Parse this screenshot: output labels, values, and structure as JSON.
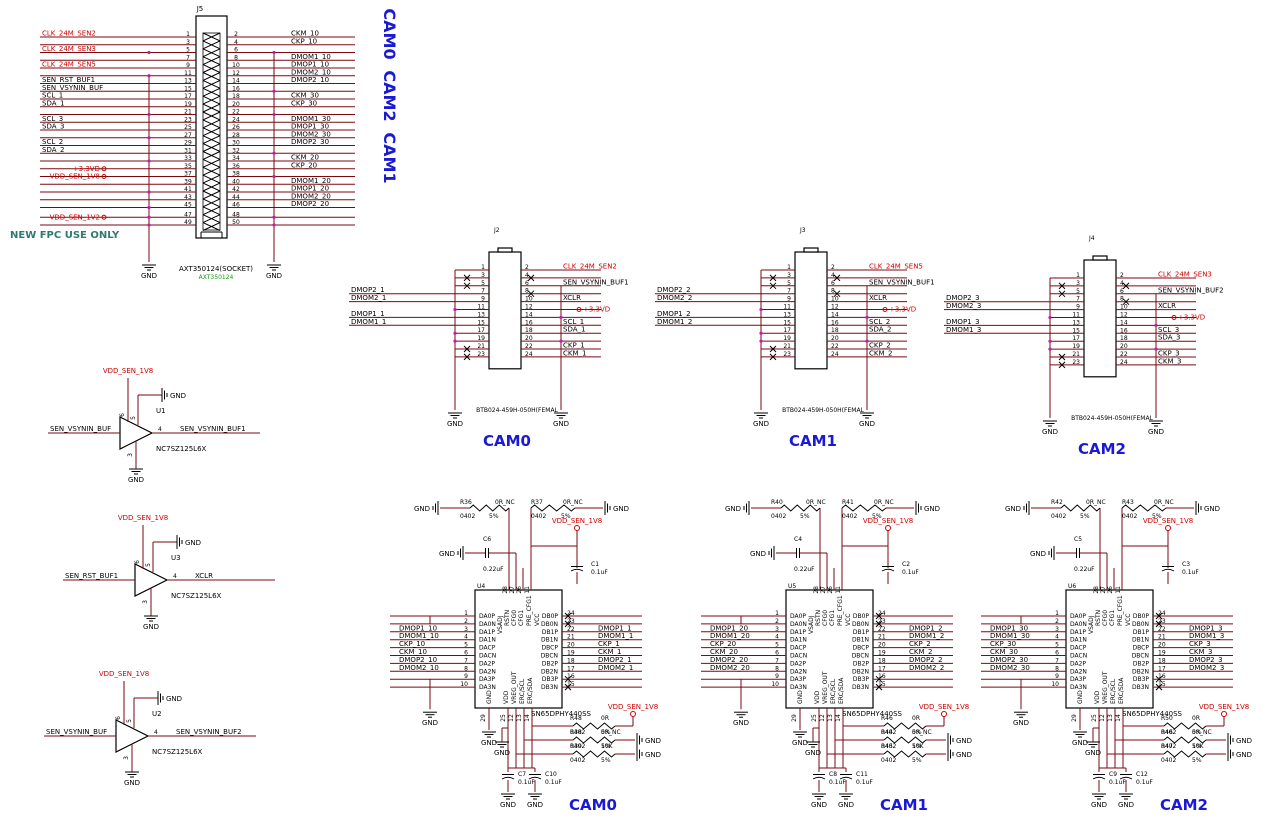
{
  "connector_j5": {
    "ref": "J5",
    "part": "AXT350124(SOCKET)",
    "value": "AXT350124",
    "note": "NEW FPC USE ONLY",
    "left_nets": [
      "CLK_24M_SEN2",
      "",
      "CLK_24M_SEN3",
      "",
      "CLK_24M_SEN5",
      "",
      "SEN_RST_BUF1",
      "SEN_VSYNIN_BUF",
      "SCL_1",
      "SDA_1",
      "",
      "SCL_3",
      "SDA_3",
      "",
      "SCL_2",
      "SDA_2",
      "",
      "+3.3VD",
      "VDD_SEN_1V8",
      "",
      "",
      "",
      "",
      "VDD_SEN_1V2",
      "",
      ""
    ],
    "left_pins": [
      "1",
      "3",
      "5",
      "7",
      "9",
      "11",
      "13",
      "15",
      "17",
      "19",
      "21",
      "23",
      "25",
      "27",
      "29",
      "31",
      "33",
      "35",
      "37",
      "39",
      "41",
      "43",
      "45",
      "47",
      "49"
    ],
    "right_pins": [
      "2",
      "4",
      "6",
      "8",
      "10",
      "12",
      "14",
      "16",
      "18",
      "20",
      "22",
      "24",
      "26",
      "28",
      "30",
      "32",
      "34",
      "36",
      "38",
      "40",
      "42",
      "44",
      "46",
      "48",
      "50"
    ],
    "right_nets": [
      "CKM_10",
      "CKP_10",
      "",
      "DMOM1_10",
      "DMOP1_10",
      "DMOM2_10",
      "DMOP2_10",
      "",
      "CKM_30",
      "CKP_30",
      "",
      "DMOM1_30",
      "DMOP1_30",
      "DMOM2_30",
      "DMOP2_30",
      "",
      "CKM_20",
      "CKP_20",
      "",
      "DMOM1_20",
      "DMOP1_20",
      "DMOM2_20",
      "DMOP2_20",
      "",
      ""
    ],
    "group_labels": [
      "CAM0",
      "CAM2",
      "CAM1"
    ]
  },
  "gnd_label": "GND",
  "buffers": [
    {
      "ref": "U1",
      "supply": "VDD_SEN_1V8",
      "gnd": "GND",
      "in": "SEN_VSYNIN_BUF",
      "out": "SEN_VSYNIN_BUF1",
      "part": "NC7SZ125L6X",
      "pins": [
        "6",
        "5",
        "3",
        "4"
      ]
    },
    {
      "ref": "U3",
      "supply": "VDD_SEN_1V8",
      "gnd": "GND",
      "in": "SEN_RST_BUF1",
      "out": "XCLR",
      "part": "NC7SZ125L6X",
      "pins": [
        "6",
        "5",
        "3",
        "4"
      ]
    },
    {
      "ref": "U2",
      "supply": "VDD_SEN_1V8",
      "gnd": "GND",
      "in": "SEN_VSYNIN_BUF",
      "out": "SEN_VSYNIN_BUF2",
      "part": "NC7SZ125L6X",
      "pins": [
        "6",
        "5",
        "3",
        "4"
      ]
    }
  ],
  "btb": [
    {
      "ref": "J2",
      "part": "BTB024-459H-050H(FEMAL",
      "cam": "CAM0",
      "left": [
        "",
        "",
        "",
        "DMOP2_1",
        "DMOM2_1",
        "",
        "DMOP1_1",
        "DMOM1_1",
        "",
        "",
        ""
      ],
      "lpins": [
        "1",
        "3",
        "5",
        "7",
        "9",
        "11",
        "13",
        "15",
        "17",
        "19",
        "21",
        "23"
      ],
      "rpins": [
        "2",
        "4",
        "6",
        "8",
        "10",
        "12",
        "14",
        "16",
        "18",
        "20",
        "22",
        "24"
      ],
      "right": [
        "CLK_24M_SEN2",
        "",
        "SEN_VSYNIN_BUF1",
        "",
        "XCLR",
        "+3.3VD",
        "",
        "SCL_1",
        "SDA_1",
        "",
        "CKP_1",
        "CKM_1"
      ]
    },
    {
      "ref": "J3",
      "part": "BTB024-459H-050H(FEMAL",
      "cam": "CAM1",
      "left": [
        "",
        "",
        "",
        "DMOP2_2",
        "DMOM2_2",
        "",
        "DMOP1_2",
        "DMOM1_2",
        "",
        "",
        ""
      ],
      "lpins": [
        "1",
        "3",
        "5",
        "7",
        "9",
        "11",
        "13",
        "15",
        "17",
        "19",
        "21",
        "23"
      ],
      "rpins": [
        "2",
        "4",
        "6",
        "8",
        "10",
        "12",
        "14",
        "16",
        "18",
        "20",
        "22",
        "24"
      ],
      "right": [
        "CLK_24M_SEN5",
        "",
        "SEN_VSYNIN_BUF1",
        "",
        "XCLR",
        "+3.3VD",
        "",
        "SCL_2",
        "SDA_2",
        "",
        "CKP_2",
        "CKM_2"
      ]
    },
    {
      "ref": "J4",
      "part": "BTB024-459H-050H(FEMAL",
      "cam": "CAM2",
      "left": [
        "",
        "",
        "",
        "DMOP2_3",
        "DMOM2_3",
        "",
        "DMOP1_3",
        "DMOM1_3",
        "",
        "",
        ""
      ],
      "lpins": [
        "1",
        "3",
        "5",
        "7",
        "9",
        "11",
        "13",
        "15",
        "17",
        "19",
        "21",
        "23"
      ],
      "rpins": [
        "2",
        "4",
        "6",
        "8",
        "10",
        "12",
        "14",
        "16",
        "18",
        "20",
        "22",
        "24"
      ],
      "right": [
        "CLK_24M_SEN3",
        "",
        "SEN_VSYNIN_BUF2",
        "",
        "XCLR",
        "+3.3VD",
        "",
        "SCL_3",
        "SDA_3",
        "",
        "CKP_3",
        "CKM_3"
      ]
    }
  ],
  "redrivers": [
    {
      "ref": "U4",
      "cam": "CAM0",
      "part": "SN65DPHY440SS",
      "ra": [
        "R36",
        "0402",
        "5%",
        "0R_NC"
      ],
      "rb": [
        "R37",
        "0402",
        "5%",
        "0R_NC"
      ],
      "cap": [
        "C6",
        "0.22uF"
      ],
      "cdec": [
        "C1",
        "0.1uF"
      ],
      "rbl": [
        [
          "R48",
          "0402",
          "0R",
          "5%"
        ],
        [
          "R38",
          "0402",
          "0R_NC",
          "5%"
        ],
        [
          "R39",
          "0402",
          "10K",
          "5%"
        ]
      ],
      "cbl": [
        [
          "C7",
          "0.1uF"
        ],
        [
          "C10",
          "0.1uF"
        ]
      ],
      "lnets": [
        "DMOP1_10",
        "DMOM1_10",
        "CKP_10",
        "CKM_10",
        "DMOP2_10",
        "DMOM2_10"
      ],
      "rnets": [
        "DMOP1_1",
        "DMOM1_1",
        "CKP_1",
        "CKM_1",
        "DMOP2_1",
        "DMOM2_1"
      ]
    },
    {
      "ref": "U5",
      "cam": "CAM1",
      "part": "SN65DPHY440SS",
      "ra": [
        "R40",
        "0402",
        "5%",
        "0R_NC"
      ],
      "rb": [
        "R41",
        "0402",
        "5%",
        "0R_NC"
      ],
      "cap": [
        "C4",
        "0.22uF"
      ],
      "cdec": [
        "C2",
        "0.1uF"
      ],
      "rbl": [
        [
          "R46",
          "0402",
          "0R",
          "5%"
        ],
        [
          "R44",
          "0402",
          "0R_NC",
          "5%"
        ],
        [
          "R45",
          "0402",
          "10K",
          "5%"
        ]
      ],
      "cbl": [
        [
          "C8",
          "0.1uF"
        ],
        [
          "C11",
          "0.1uF"
        ]
      ],
      "lnets": [
        "DMOP1_20",
        "DMOM1_20",
        "CKP_20",
        "CKM_20",
        "DMOP2_20",
        "DMOM2_20"
      ],
      "rnets": [
        "DMOP1_2",
        "DMOM1_2",
        "CKP_2",
        "CKM_2",
        "DMOP2_2",
        "DMOM2_2"
      ]
    },
    {
      "ref": "U6",
      "cam": "CAM2",
      "part": "SN65DPHY440SS",
      "ra": [
        "R42",
        "0402",
        "5%",
        "0R_NC"
      ],
      "rb": [
        "R43",
        "0402",
        "5%",
        "0R_NC"
      ],
      "cap": [
        "C5",
        "0.22uF"
      ],
      "cdec": [
        "C3",
        "0.1uF"
      ],
      "rbl": [
        [
          "R50",
          "0402",
          "0R",
          "5%"
        ],
        [
          "R46",
          "0402",
          "0R_NC",
          "5%"
        ],
        [
          "R47",
          "0402",
          "10K",
          "5%"
        ]
      ],
      "cbl": [
        [
          "C9",
          "0.1uF"
        ],
        [
          "C12",
          "0.1uF"
        ]
      ],
      "lnets": [
        "DMOP1_30",
        "DMOM1_30",
        "CKP_30",
        "CKM_30",
        "DMOP2_30",
        "DMOM2_30"
      ],
      "rnets": [
        "DMOP1_3",
        "DMOM1_3",
        "CKP_3",
        "CKM_3",
        "DMOP2_3",
        "DMOM2_3"
      ]
    }
  ],
  "redriver_pins": {
    "left_names": [
      "DA0P",
      "DA0N",
      "DA1P",
      "DA1N",
      "DACP",
      "DACN",
      "DA2P",
      "DA2N",
      "DA3P",
      "DA3N"
    ],
    "left_nums": [
      "1",
      "2",
      "3",
      "4",
      "5",
      "6",
      "7",
      "8",
      "9",
      "10"
    ],
    "right_names": [
      "DB0P",
      "DB0N",
      "DB1P",
      "DB1N",
      "DBCP",
      "DBCN",
      "DB2P",
      "DB2N",
      "DB3P",
      "DB3N"
    ],
    "right_nums": [
      "24",
      "23",
      "22",
      "21",
      "20",
      "19",
      "18",
      "17",
      "16",
      "15"
    ],
    "top_names": [
      "RSTN",
      "CFG0",
      "CFG1",
      "PRE_CFG1",
      "VCC",
      "VSADJ"
    ],
    "top_nums": [
      "28",
      "27",
      "26",
      "11"
    ],
    "bottom_names": [
      "GND",
      "VDD",
      "VREG_OUT",
      "ERC/SCL",
      "ERC/SDA"
    ],
    "bottom_nums": [
      "29",
      "25",
      "12",
      "13",
      "14"
    ],
    "supply": "VDD_SEN_1V8"
  }
}
